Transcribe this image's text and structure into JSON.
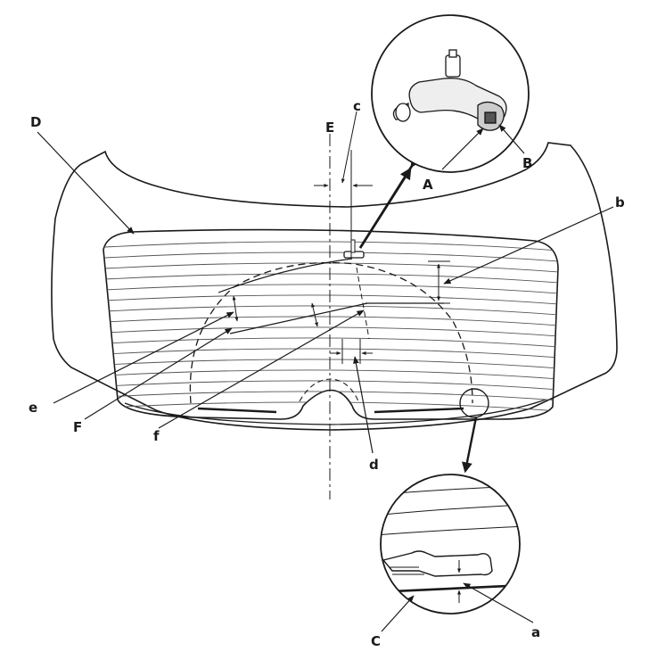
{
  "callouts": {
    "A": "A",
    "B": "B",
    "C": "C",
    "D": "D",
    "E": "E",
    "F": "F",
    "a": "a",
    "b": "b",
    "c": "c",
    "d": "d",
    "e": "e",
    "f": "f"
  }
}
